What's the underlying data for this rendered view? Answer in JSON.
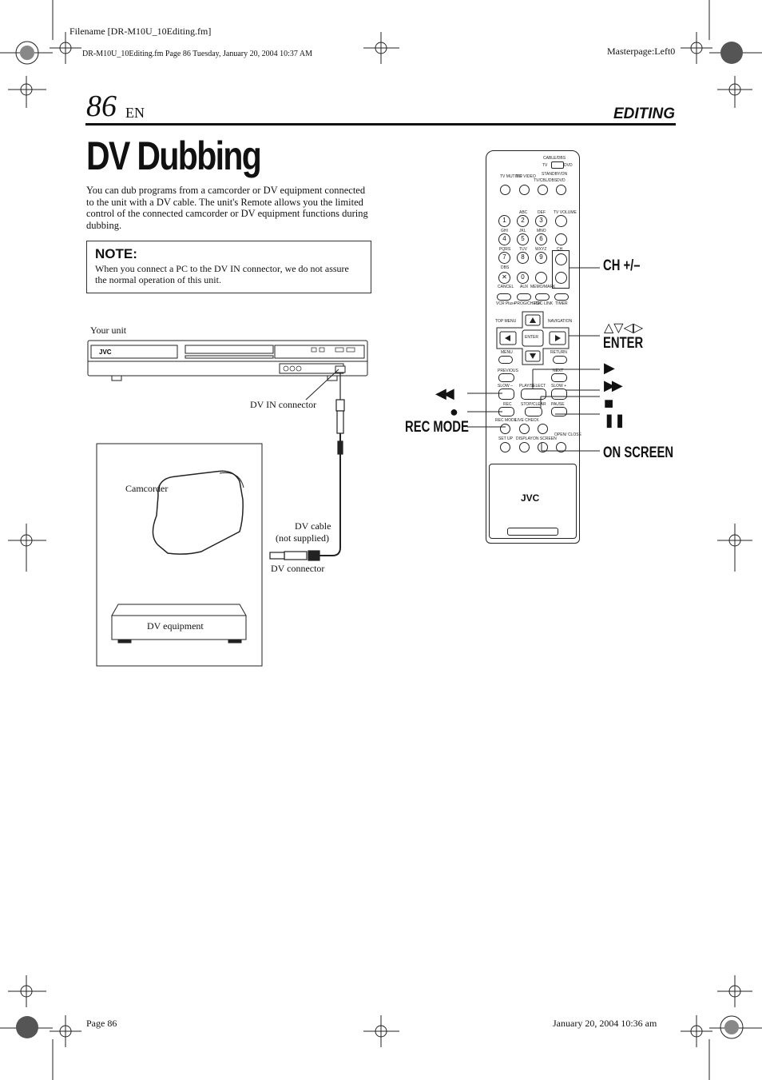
{
  "header": {
    "filename": "Filename [DR-M10U_10Editing.fm]",
    "fileinfo": "DR-M10U_10Editing.fm  Page 86  Tuesday, January 20, 2004  10:37 AM",
    "masterpage": "Masterpage:Left0"
  },
  "page": {
    "number": "86",
    "lang": "EN",
    "section": "EDITING",
    "title": "DV Dubbing"
  },
  "intro": "You can dub programs from a camcorder or DV equipment connected to the unit with a DV cable. The unit's Remote allows you the limited control of the connected camcorder or DV equipment functions during dubbing.",
  "note": {
    "heading": "NOTE:",
    "text": "When you connect a PC to the DV IN connector, we do not assure the normal operation of this unit."
  },
  "diagram": {
    "your_unit": "Your unit",
    "dv_in_connector": "DV IN connector",
    "camcorder": "Camcorder",
    "dv_cable": "DV cable",
    "not_supplied": "(not supplied)",
    "dv_connector": "DV connector",
    "dv_equipment": "DV equipment",
    "brand": "JVC"
  },
  "remote": {
    "brand": "JVC",
    "labels": {
      "cable_dbs": "CABLE/DBS",
      "tv": "TV",
      "dvd": "DVD",
      "tv_muting": "TV MUTING",
      "tv_video": "TV/ VIDEO",
      "tv_cable_dbs": "TV/CBL/DBS",
      "standby_on": "STANDBY/ON",
      "dvd_btn": "DVD",
      "abc": "ABC",
      "def": "DEF",
      "ghi": "GHI",
      "jkl": "JKL",
      "mno": "MNO",
      "pqrs": "PQRS",
      "tuv": "TUV",
      "wxyz": "WXYZ",
      "dbs": "DBS",
      "tv_volume": "TV VOLUME",
      "ch": "CH",
      "cancel": "CANCEL",
      "aux": "AUX",
      "memo": "MEMO/MARK",
      "vcr_plus": "VCR Plus+",
      "progcheck": "PROG/CHECK",
      "rec_link": "REC LINK",
      "timer": "TIMER",
      "top_menu": "TOP MENU",
      "navigation": "NAVIGATION",
      "enter": "ENTER",
      "menu": "MENU",
      "return": "RETURN",
      "previous": "PREVIOUS",
      "next": "NEXT",
      "slow_minus": "SLOW –",
      "play_select": "PLAY/SELECT",
      "slow_plus": "SLOW +",
      "rec": "REC",
      "stop_clear": "STOP/CLEAR",
      "pause": "PAUSE",
      "rec_mode": "REC MODE",
      "live_check": "LIVE CHECK",
      "set_up": "SET UP",
      "display": "DISPLAY",
      "on_screen": "ON SCREEN",
      "open_close": "OPEN/ CLOSE"
    },
    "digits": [
      "1",
      "2",
      "3",
      "4",
      "5",
      "6",
      "7",
      "8",
      "9",
      "0"
    ],
    "cancel_symbol": "✕"
  },
  "callouts": {
    "ch": "CH +/–",
    "arrows": "△▽◁▷",
    "enter": "ENTER",
    "play": "▶",
    "ff": "▶▶",
    "stop": "■",
    "pause": "❚❚",
    "rew": "◀◀",
    "rec_dot": "●",
    "rec_mode": "REC MODE",
    "on_screen": "ON SCREEN"
  },
  "footer": {
    "page": "Page 86",
    "date": "January 20, 2004 10:36 am"
  }
}
